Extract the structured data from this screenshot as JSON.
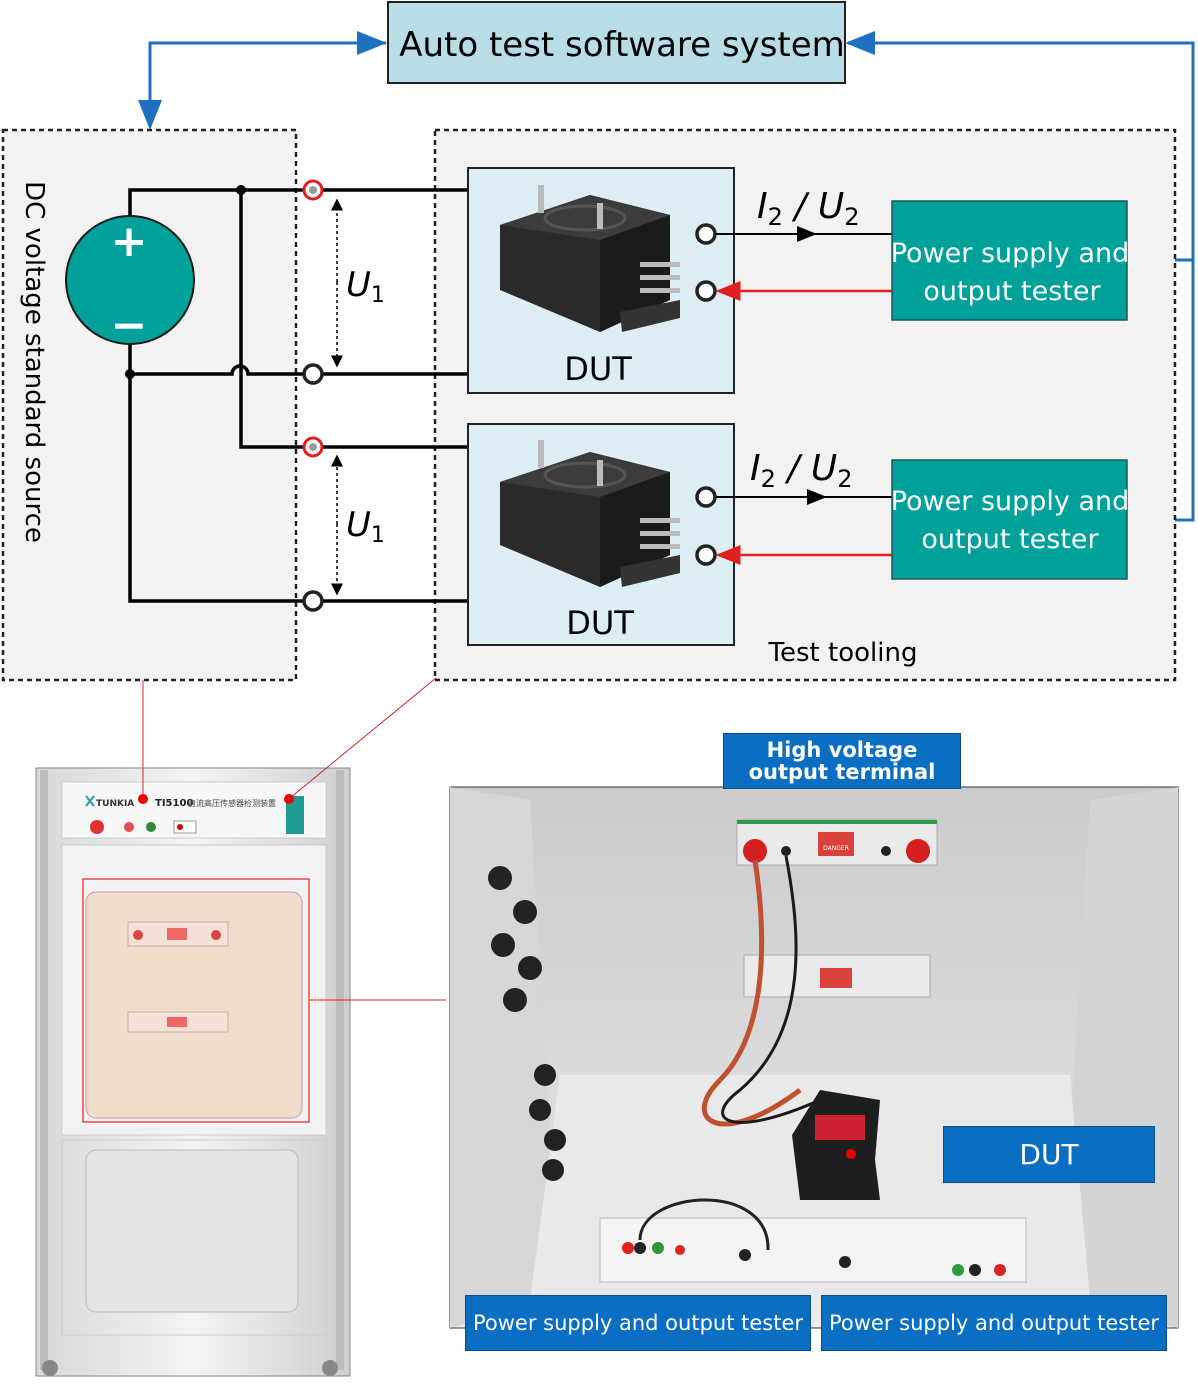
{
  "top": {
    "title": "Auto test software system"
  },
  "source": {
    "label": "DC voltage standard source",
    "plus": "+",
    "minus": "−"
  },
  "circuit": {
    "u1_letter": "U",
    "u1_sub": "1",
    "i2_letter": "I",
    "i2_sub": "2",
    "slash": " / ",
    "u2_letter": "U",
    "u2_sub": "2",
    "dut_label": "DUT",
    "tester_line1": "Power supply and",
    "tester_line2": "output tester",
    "tooling_label": "Test tooling"
  },
  "cabinet": {
    "brand": "TUNKIA",
    "model": "TI5100",
    "model_desc": "直流高压传感器检测装置"
  },
  "photo": {
    "hv_terminal_label": "High voltage output terminal",
    "hv_terminal_line1": "High voltage",
    "hv_terminal_line2": "output terminal",
    "danger_text": "DANGER",
    "dut_label": "DUT",
    "tester_label_left": "Power supply and output tester",
    "tester_label_right": "Power supply and output tester"
  },
  "colors": {
    "teal": "#00a19a",
    "box_blue": "#b9dde6",
    "dut_fill": "#dcedf3",
    "arrow_blue": "#1f6fbf",
    "red": "#e02020",
    "tag_blue": "#0a6fc2"
  }
}
